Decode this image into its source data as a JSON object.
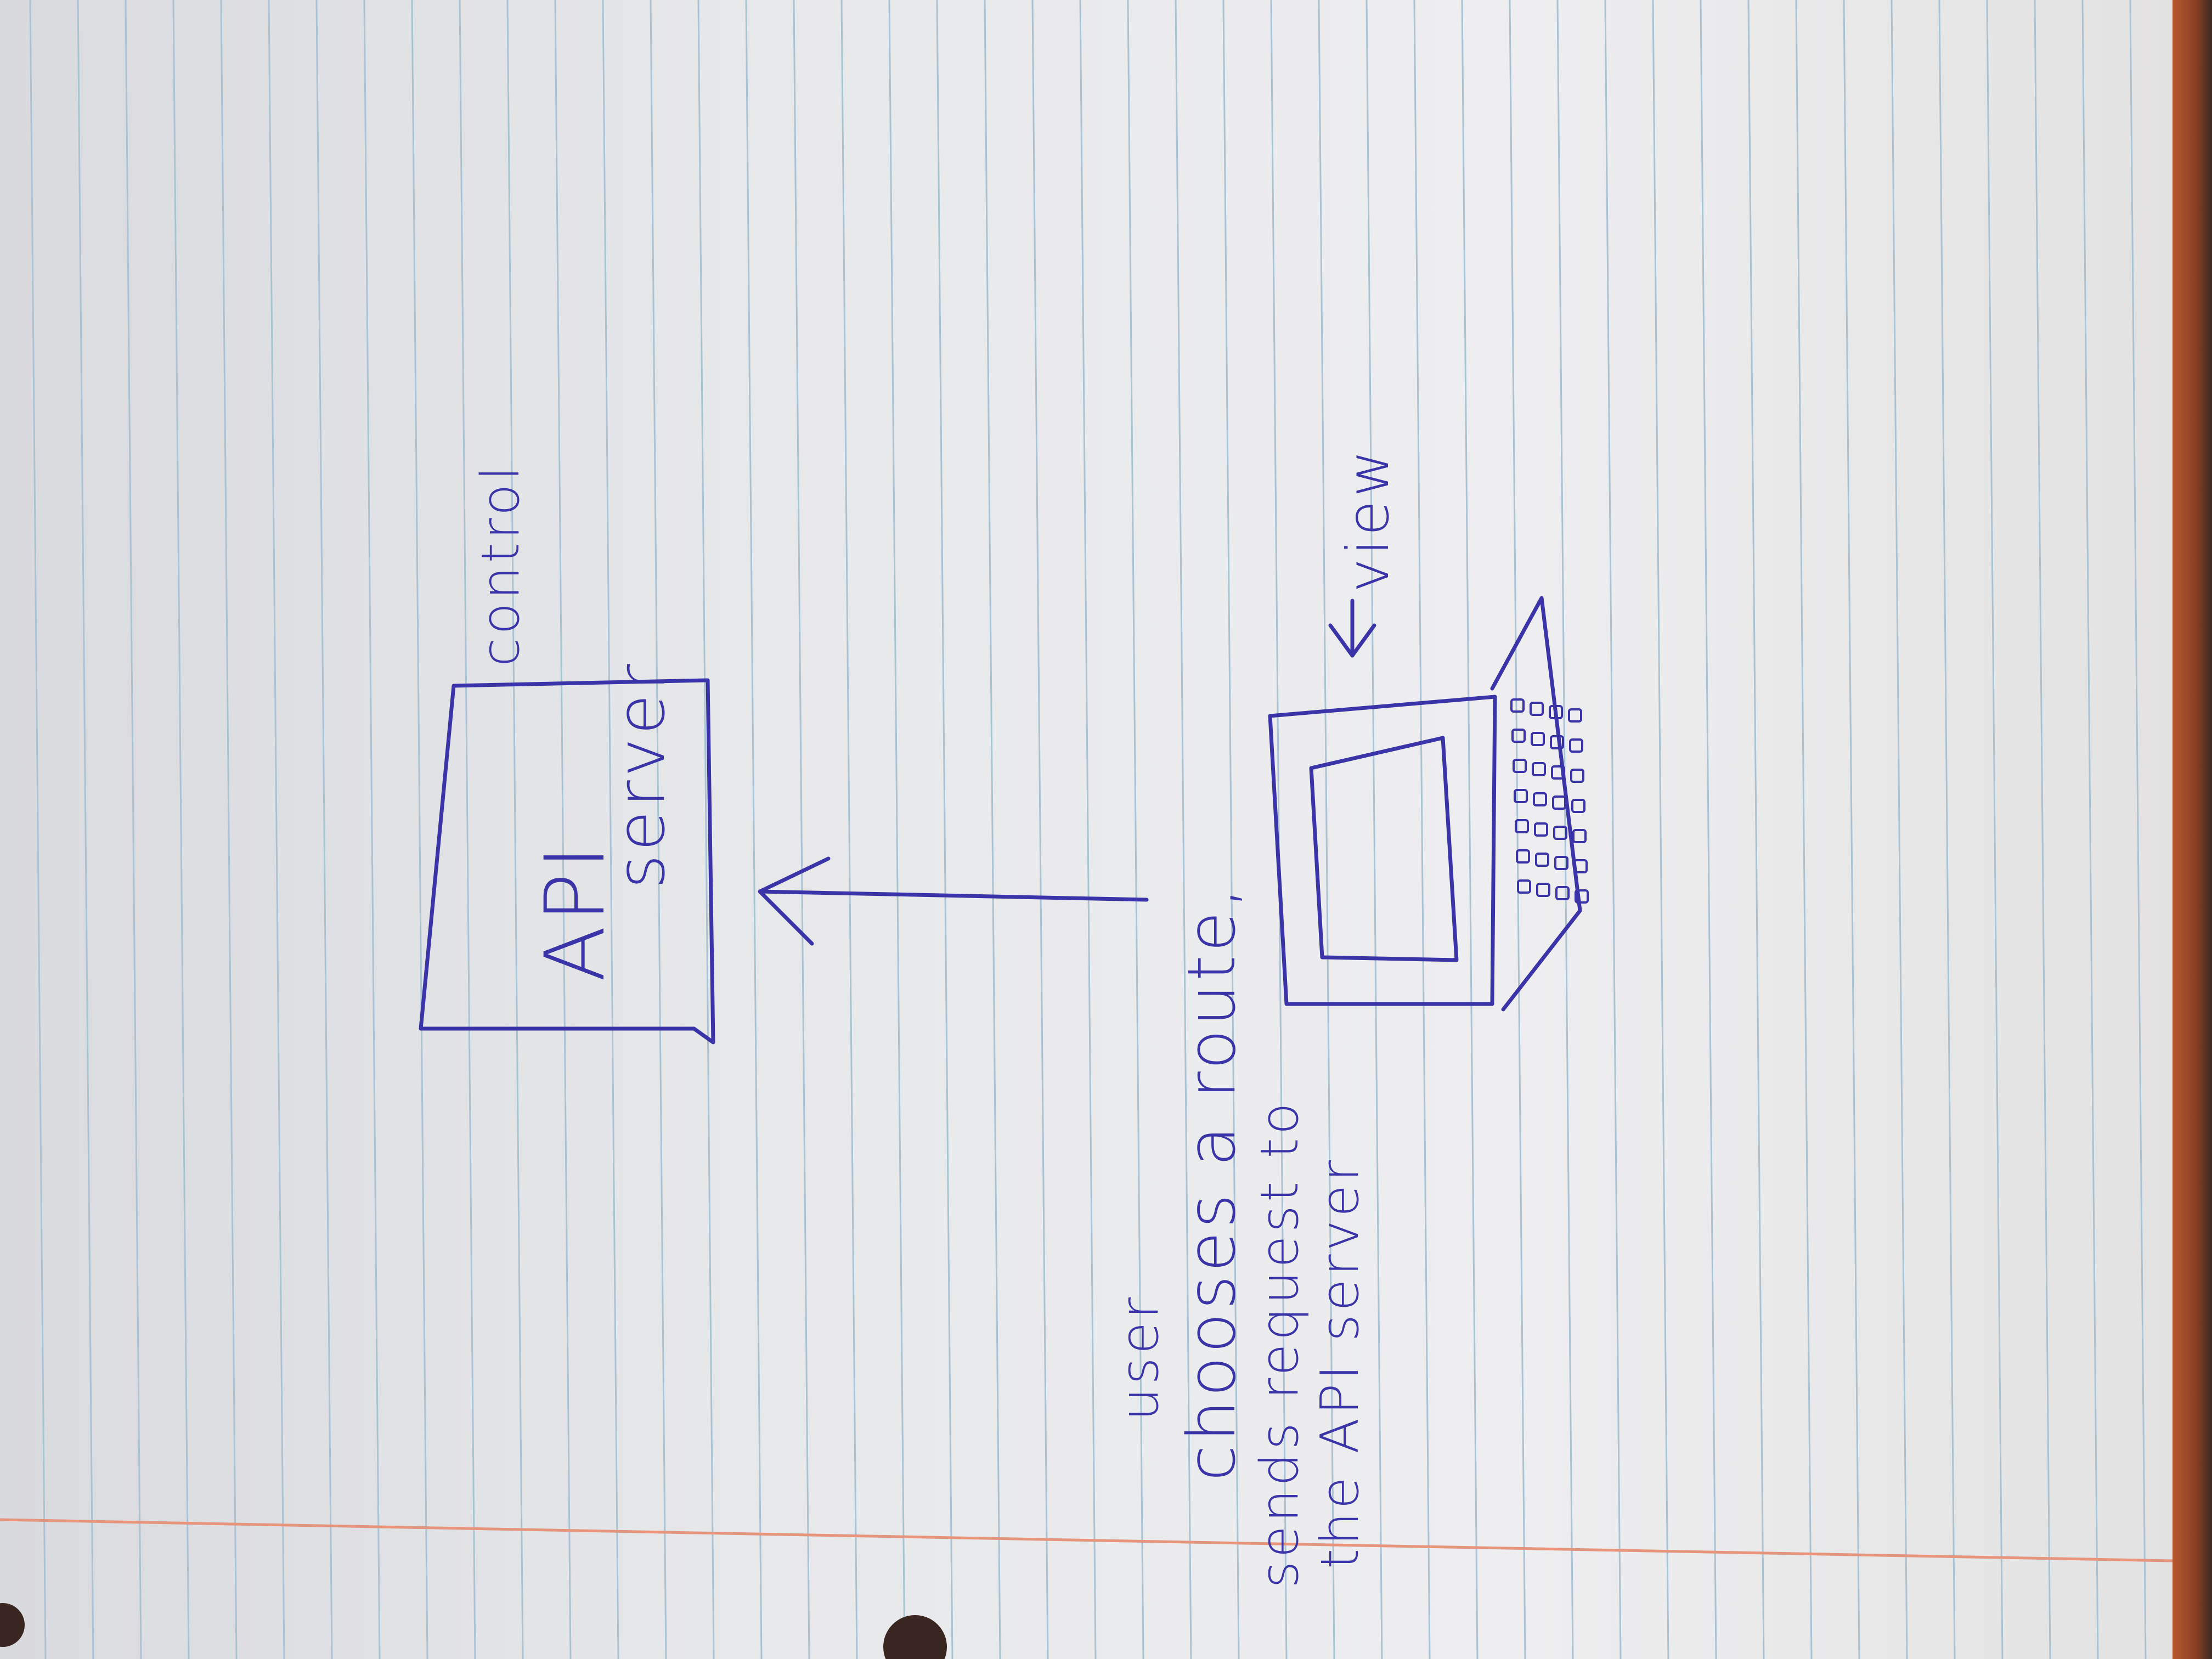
{
  "diagram": {
    "nodes": {
      "api_server": {
        "line1": "API",
        "line2": "server",
        "role": "control"
      },
      "laptop": {
        "role": "view"
      }
    },
    "edge": {
      "from": "laptop",
      "to": "api_server",
      "label": "chooses a route,"
    },
    "notes": {
      "actor": "user",
      "action": "sends request to",
      "action2": "the API server"
    }
  },
  "colors": {
    "ink": "#3b33a8",
    "rule_lines": "#a9c3d4",
    "margin_line": "#e6947c",
    "paper": "#e9e9eb"
  }
}
